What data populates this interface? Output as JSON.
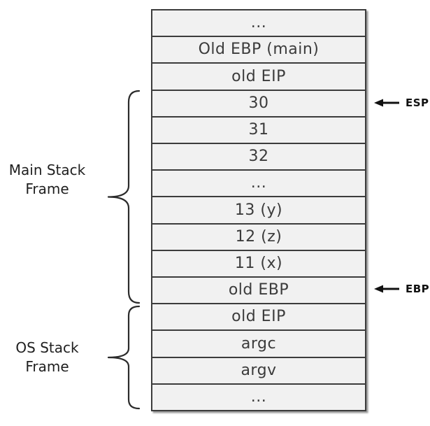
{
  "stack": {
    "rows": [
      "...",
      "Old EBP (main)",
      "old EIP",
      "30",
      "31",
      "32",
      "...",
      "13 (y)",
      "12 (z)",
      "11 (x)",
      "old EBP",
      "old EIP",
      "argc",
      "argv",
      "..."
    ]
  },
  "frames": {
    "main": {
      "label": "Main Stack\nFrame"
    },
    "os": {
      "label": "OS Stack\nFrame"
    }
  },
  "pointers": {
    "esp": {
      "label": "ESP"
    },
    "ebp": {
      "label": "EBP"
    }
  },
  "colors": {
    "cell_fill": "#f1f1f1",
    "border": "#3c3c3c",
    "cell_text": "#3b3b3b",
    "label_text": "#1f1f1f",
    "pointer_text": "#111111",
    "background": "#ffffff"
  }
}
